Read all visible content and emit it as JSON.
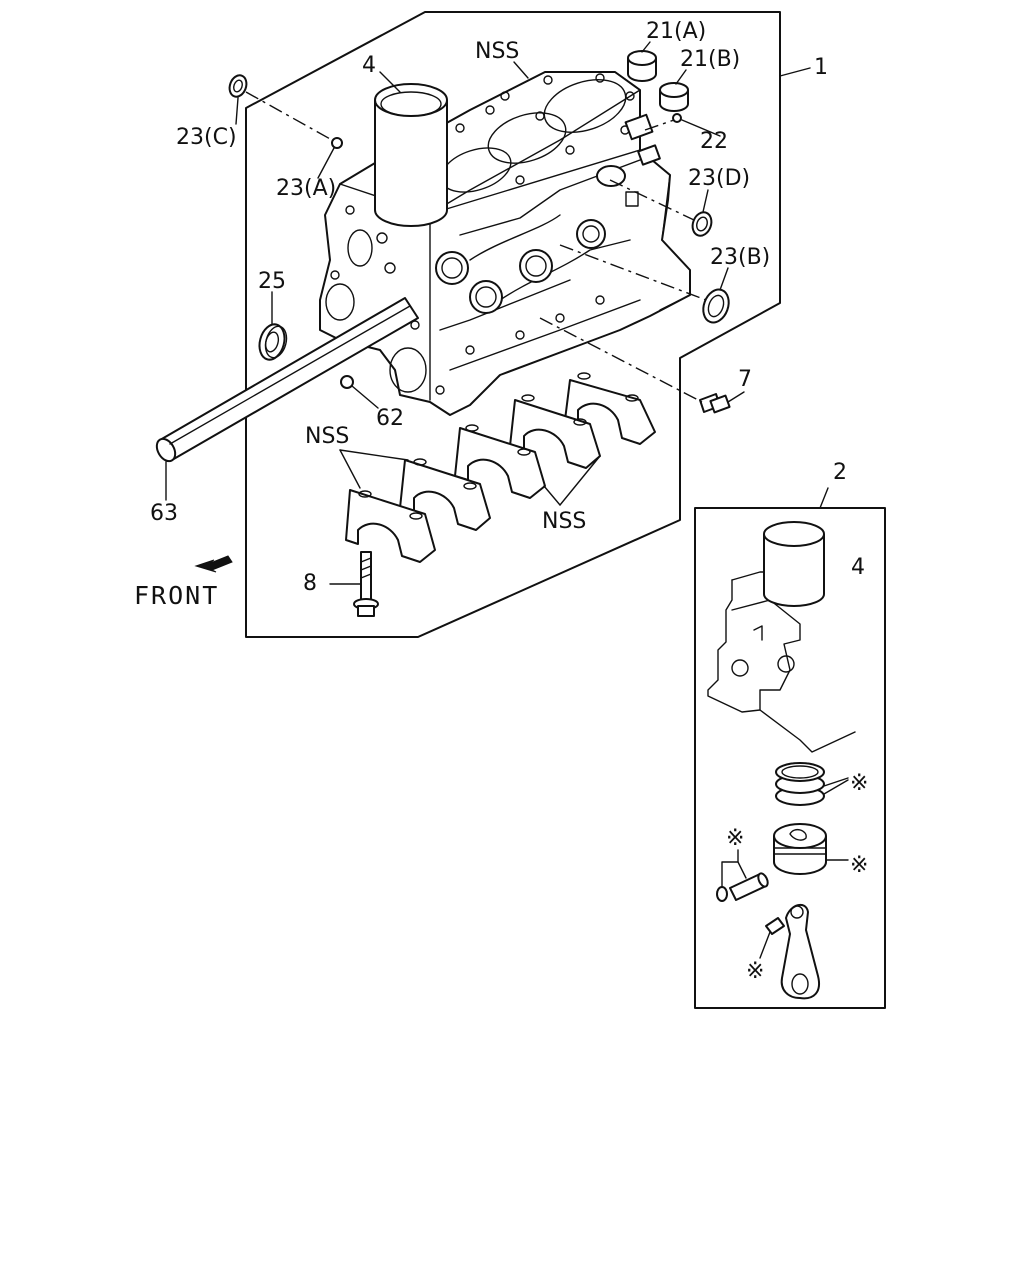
{
  "labels": {
    "part_1": "1",
    "part_2": "2",
    "part_4": "4",
    "part_4_inset": "4",
    "part_7": "7",
    "part_8": "8",
    "part_21a": "21(A)",
    "part_21b": "21(B)",
    "part_22": "22",
    "part_23a": "23(A)",
    "part_23b": "23(B)",
    "part_23c": "23(C)",
    "part_23d": "23(D)",
    "part_25": "25",
    "part_62": "62",
    "part_63": "63",
    "nss_top": "NSS",
    "nss_left": "NSS",
    "nss_bottom": "NSS",
    "star_rings": "※",
    "star_piston": "※",
    "star_pin": "※",
    "star_bush": "※",
    "front": "FRONT"
  }
}
